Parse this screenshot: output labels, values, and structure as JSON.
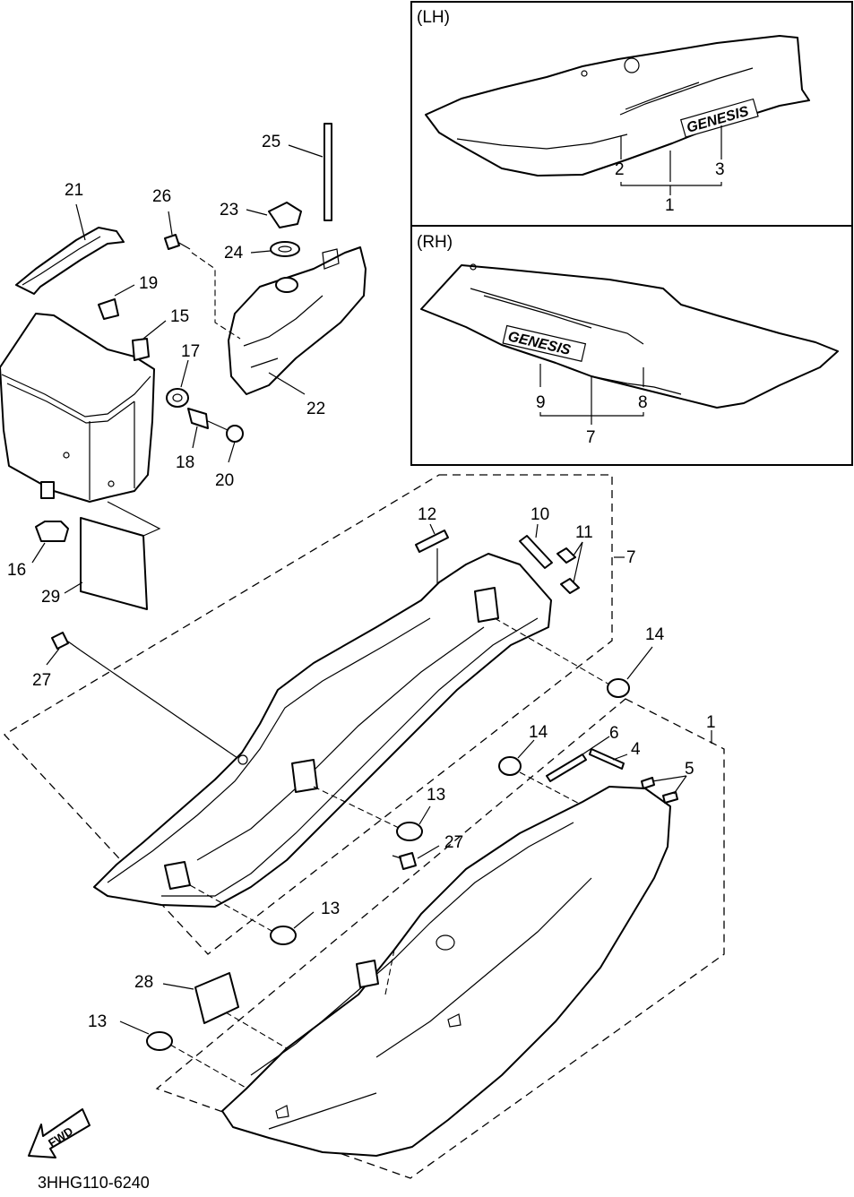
{
  "panels": {
    "lh": {
      "title": "(LH)",
      "emblem": "GENESIS",
      "callouts": [
        "1",
        "2",
        "3"
      ]
    },
    "rh": {
      "title": "(RH)",
      "emblem": "GENESIS",
      "callouts": [
        "7",
        "8",
        "9"
      ]
    }
  },
  "callouts": {
    "c1": "1",
    "c4": "4",
    "c5": "5",
    "c6": "6",
    "c7": "7",
    "c10": "10",
    "c11": "11",
    "c12": "12",
    "c13a": "13",
    "c13b": "13",
    "c13c": "13",
    "c14a": "14",
    "c14b": "14",
    "c15": "15",
    "c16": "16",
    "c17": "17",
    "c18": "18",
    "c19": "19",
    "c20": "20",
    "c21": "21",
    "c22": "22",
    "c23": "23",
    "c24": "24",
    "c25": "25",
    "c26": "26",
    "c27a": "27",
    "c27b": "27",
    "c28": "28",
    "c29": "29"
  },
  "fwd_label": "FWD",
  "diagram_code": "3HHG110-6240"
}
